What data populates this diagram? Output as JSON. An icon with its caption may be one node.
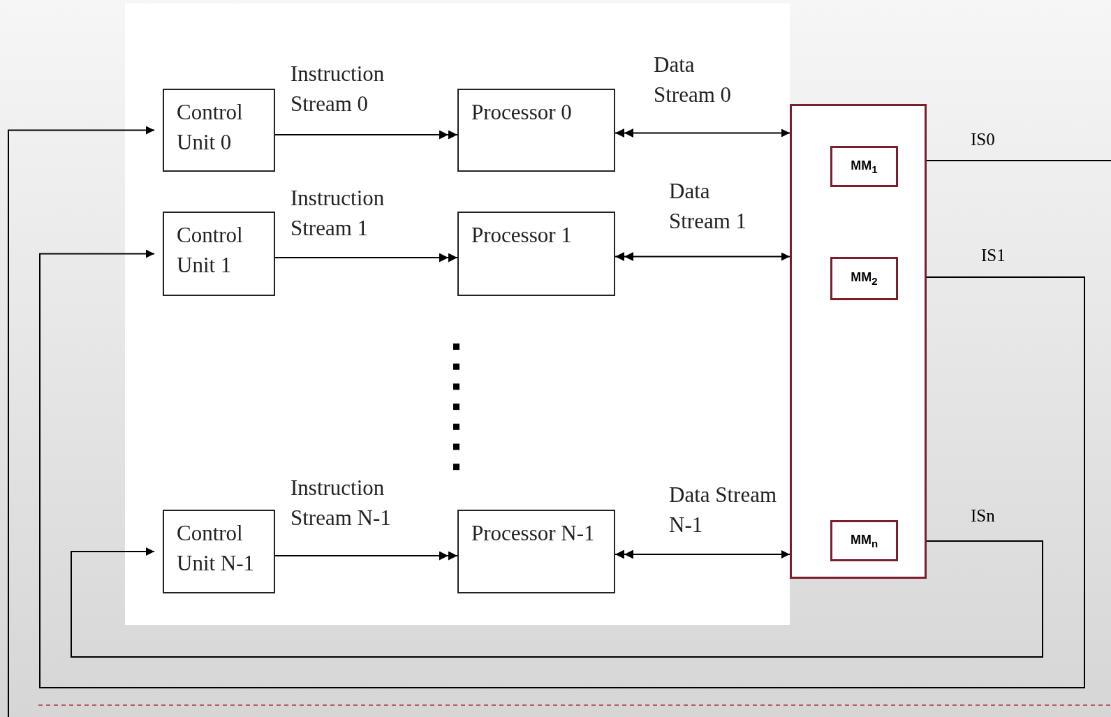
{
  "diagram": {
    "nodes": [
      {
        "text": [
          "Control Unit 0"
        ]
      },
      {
        "text": [
          "Processor 0"
        ]
      },
      {
        "text": [
          "Control Unit 1"
        ]
      },
      {
        "text": [
          "Processor 1"
        ]
      },
      {
        "text": [
          "Control Unit N-1"
        ]
      },
      {
        "text": [
          "Processor N-1"
        ]
      },
      {
        "text": [],
        "shape": "box"
      },
      {
        "text": [
          "MM$_{1}$"
        ],
        "in": 6
      },
      {
        "text": [
          "MM$_{2}$"
        ],
        "in": 6
      },
      {
        "text": [
          "MM$_{n}$"
        ],
        "in": 6
      }
    ],
    "edges": [
      {
        "from": 0,
        "to": 1,
        "arrow": "to",
        "label": "Instruction Stream 0"
      },
      {
        "from": 1,
        "to": 6,
        "arrow": "both",
        "label": "Data Stream 0"
      },
      {
        "from": 2,
        "to": 3,
        "arrow": "to",
        "label": "Instruction Stream 1"
      },
      {
        "from": 3,
        "to": 6,
        "arrow": "both",
        "label": "Data Stream 1"
      },
      {
        "from": 4,
        "to": 5,
        "arrow": "to",
        "label": "Instruction Stream N-1"
      },
      {
        "from": 5,
        "to": 6,
        "arrow": "both",
        "label": "Data Stream N-1"
      },
      {
        "from": 6,
        "to": null,
        "arrow": "none",
        "label": "IS0"
      },
      {
        "from": null,
        "to": 0,
        "arrow": "to"
      },
      {
        "from": 6,
        "to": 2,
        "arrow": "to",
        "label": "IS1"
      },
      {
        "from": 6,
        "to": 4,
        "arrow": "to",
        "label": "ISn"
      }
    ]
  }
}
